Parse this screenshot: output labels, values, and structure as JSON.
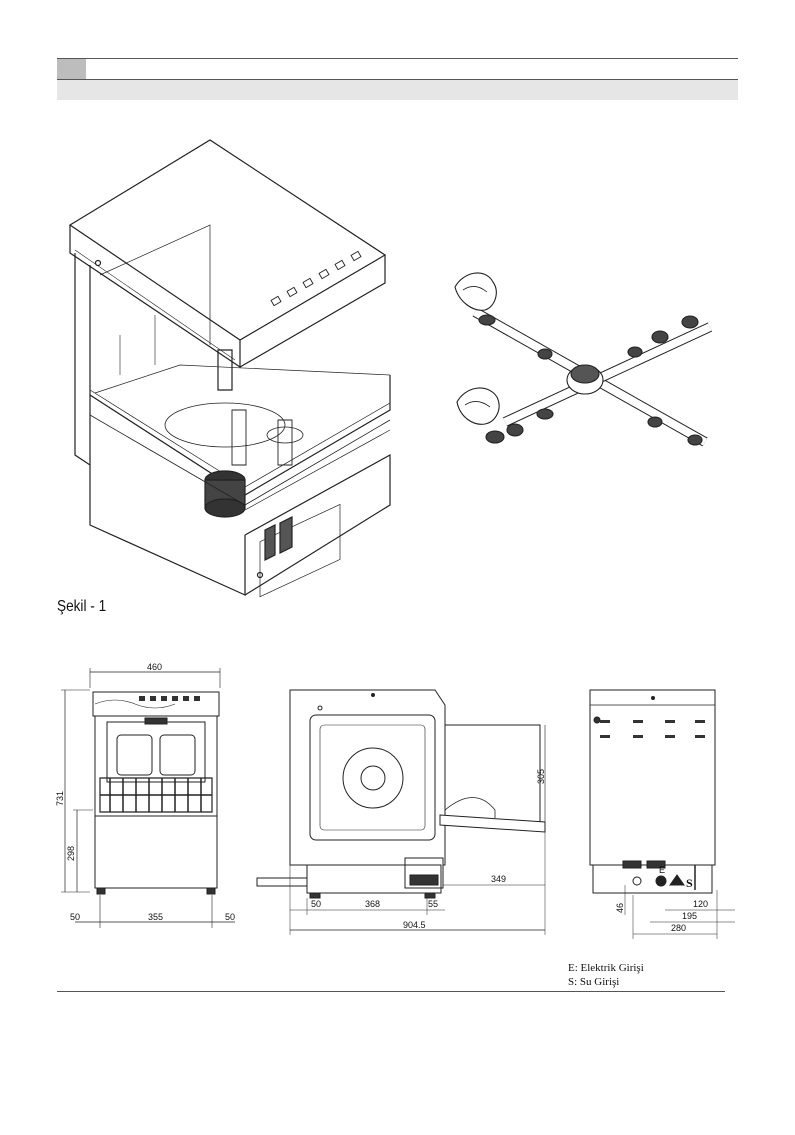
{
  "figure": {
    "caption": "Şekil - 1"
  },
  "dimensions": {
    "front_width": "460",
    "front_height": "731",
    "front_lower_height": "298",
    "front_left_margin": "50",
    "front_inner_width": "355",
    "front_right_margin": "50",
    "side_top_height": "305",
    "side_extension": "349",
    "side_left_foot": "50",
    "side_mid": "368",
    "side_right_foot": "55",
    "side_total_depth": "904.5",
    "rear_height_small": "46",
    "rear_120": "120",
    "rear_195": "195",
    "rear_280": "280",
    "rear_e_mark": "E",
    "rear_s_mark": "S"
  },
  "legend": {
    "electric": "E: Elektrik Girişi",
    "water": "S: Su Girişi"
  },
  "colors": {
    "header_gray": "#bdbdbd",
    "band_gray": "#e6e6e6",
    "line": "#222222"
  }
}
